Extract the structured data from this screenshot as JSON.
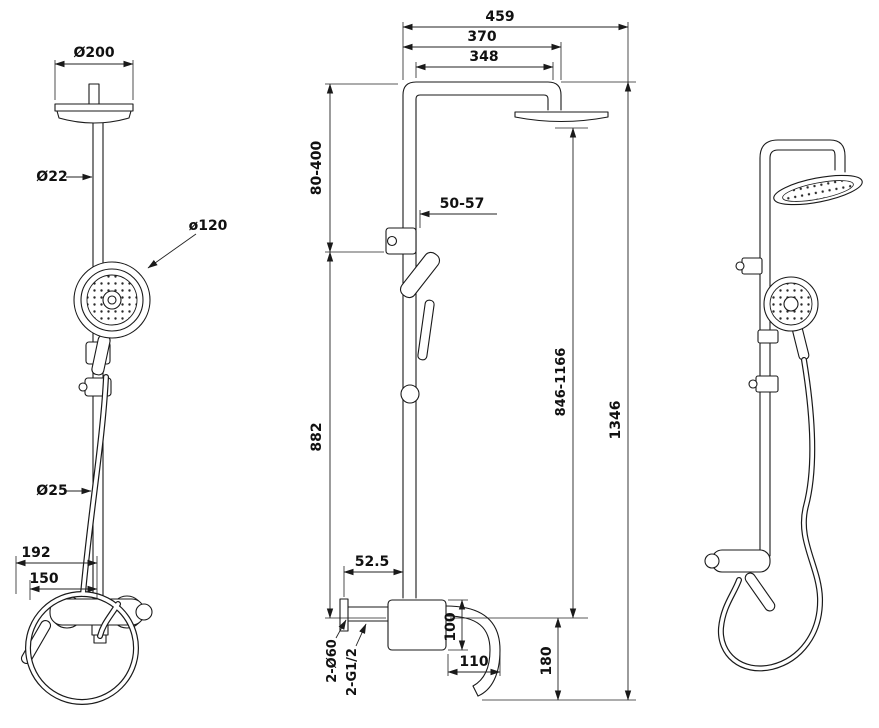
{
  "meta": {
    "line_color": "#1a1a1a",
    "background": "#ffffff"
  },
  "front": {
    "d200": "Ø200",
    "d22": "Ø22",
    "d120": "ø120",
    "d25": "Ø25",
    "d192": "192",
    "d150": "150"
  },
  "side": {
    "d459": "459",
    "d370": "370",
    "d348": "348",
    "d80_400": "80-400",
    "d50_57": "50-57",
    "d882": "882",
    "d846_1166": "846-1166",
    "d1346": "1346",
    "d52_5": "52.5",
    "d2_60": "2-Ø60",
    "d2_g12": "2-G1/2",
    "d100": "100",
    "d110": "110",
    "d180": "180"
  }
}
